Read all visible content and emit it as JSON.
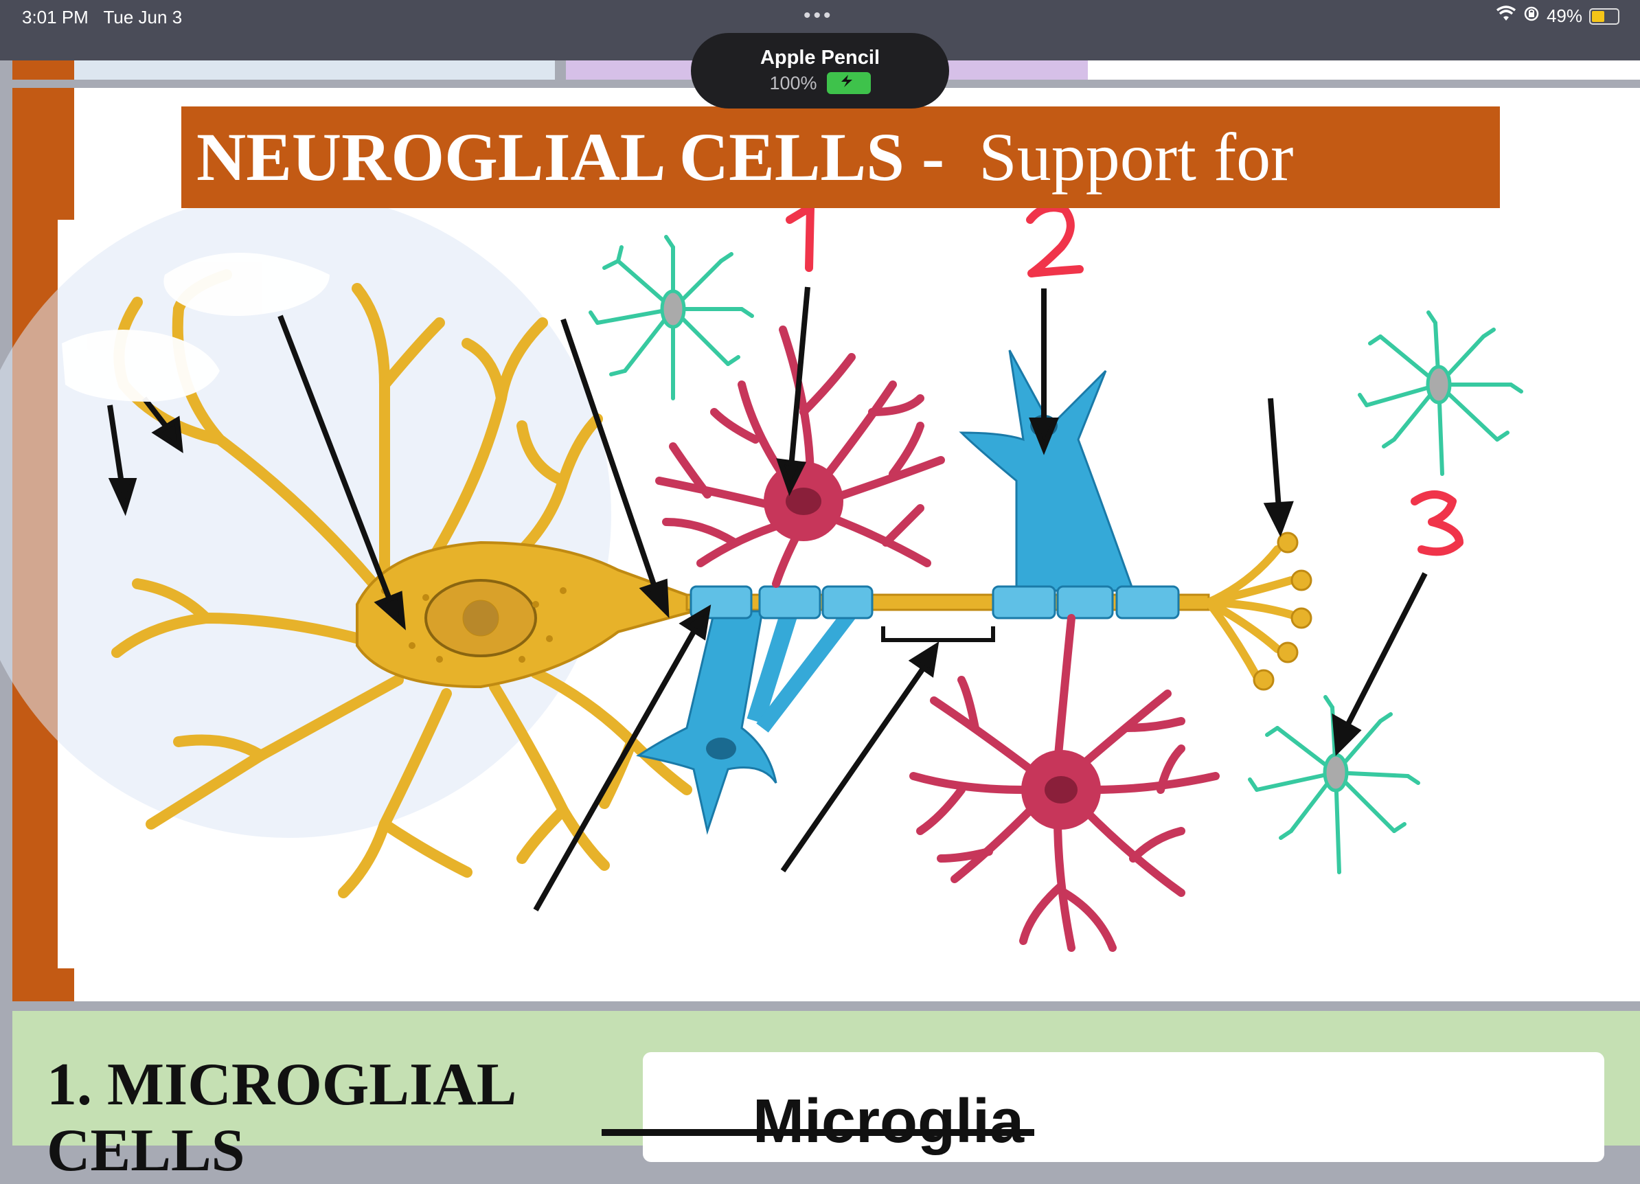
{
  "status_bar": {
    "time": "3:01 PM",
    "date": "Tue Jun 3",
    "battery": "49%",
    "battery_level": 0.49
  },
  "pencil_notification": {
    "name": "Apple Pencil",
    "battery": "100%",
    "battery_level": 1.0
  },
  "slide": {
    "title_bold": "NEUROGLIAL CELLS -",
    "title_rest": "Support for",
    "annotations": [
      "1",
      "2",
      "3"
    ]
  },
  "next_slide": {
    "heading_line1": "1. MICROGLIAL",
    "heading_line2": "CELLS",
    "card_title": "Microglia"
  },
  "colors": {
    "slide_accent": "#c35a14",
    "neuron": "#e7b22a",
    "oligodendrocyte": "#35a9d8",
    "astrocyte": "#c7365a",
    "microglia": "#37c9a0",
    "annotation": "#f0344a",
    "next_slide_bg": "#c5e0b3"
  }
}
